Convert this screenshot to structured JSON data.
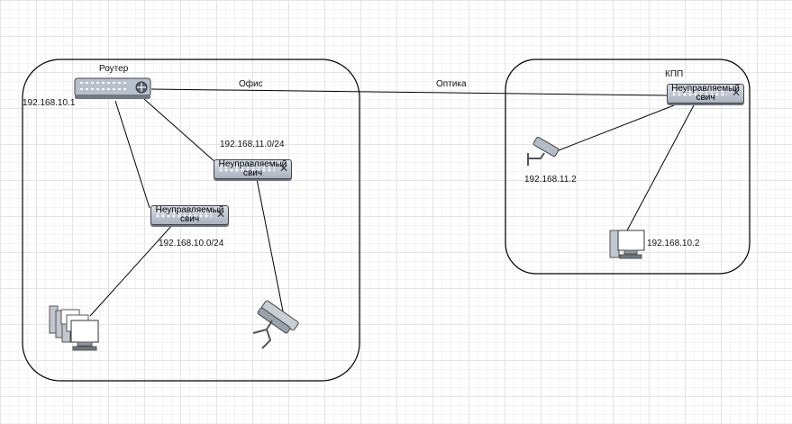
{
  "zones": {
    "office": {
      "label": ""
    },
    "kpp": {
      "label": "КПП"
    }
  },
  "devices": {
    "router": {
      "label": "Роутер",
      "ip": "192.168.10.1"
    },
    "switch_center": {
      "label": "Неуправляемый свич",
      "line1": "Неуправляемый",
      "line2": "свич"
    },
    "switch_left": {
      "label": "Неуправляемый свич",
      "line1": "Неуправляемый",
      "line2": "свич"
    },
    "switch_kpp": {
      "label": "Неуправляемый свич",
      "line1": "Неуправляемый",
      "line2": "свич"
    },
    "camera_office": {
      "label": ""
    },
    "camera_kpp": {
      "label": "",
      "ip": "192.168.11.2"
    },
    "pc_group": {
      "label": ""
    },
    "pc_kpp": {
      "label": "",
      "ip": "192.168.10.2"
    }
  },
  "networks": {
    "cameras": "192.168.11.0/24",
    "pcs": "192.168.10.0/24"
  },
  "links": {
    "office": "Офис",
    "fiber": "Оптика"
  }
}
